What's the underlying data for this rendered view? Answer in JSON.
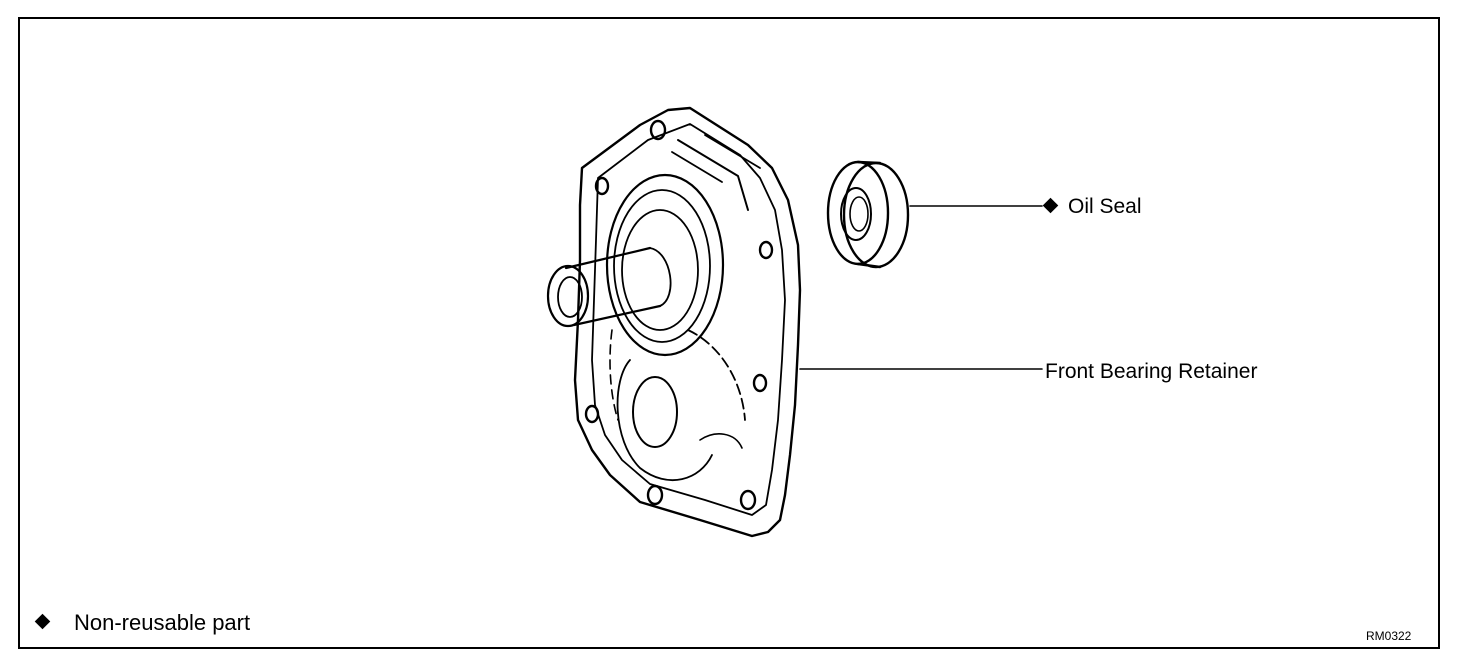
{
  "callouts": {
    "oil_seal": "Oil Seal",
    "front_bearing_retainer": "Front Bearing Retainer"
  },
  "legend": {
    "text": "Non-reusable part",
    "symbol_icon": "diamond-icon"
  },
  "figure_code": "RM0322"
}
